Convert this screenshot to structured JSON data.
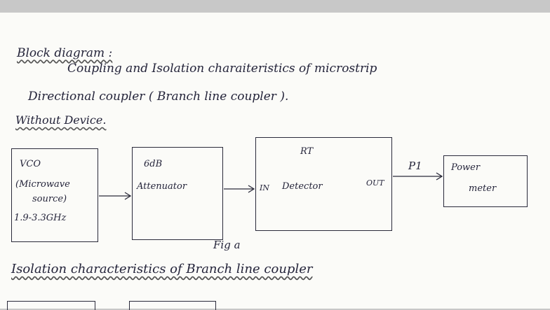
{
  "heading": {
    "title": "Block diagram :",
    "line1": "Coupling and Isolation charaiteristics of microstrip",
    "line2": "Directional coupler ( Branch line coupler ).",
    "subtitle": "Without Device."
  },
  "blocks": {
    "vco": {
      "name": "VCO",
      "desc1": "(Microwave",
      "desc2": "source)",
      "range": "1.9-3.3GHz"
    },
    "attenuator": {
      "value": "6dB",
      "name": "Attenuator"
    },
    "detector": {
      "label": "RT",
      "in": "IN",
      "name": "Detector",
      "out": "OUT"
    },
    "power_meter": {
      "line1": "Power",
      "line2": "meter"
    }
  },
  "connection_label": "P1",
  "caption": "Fig a",
  "section2_title": "Isolation characteristics of Branch line coupler"
}
